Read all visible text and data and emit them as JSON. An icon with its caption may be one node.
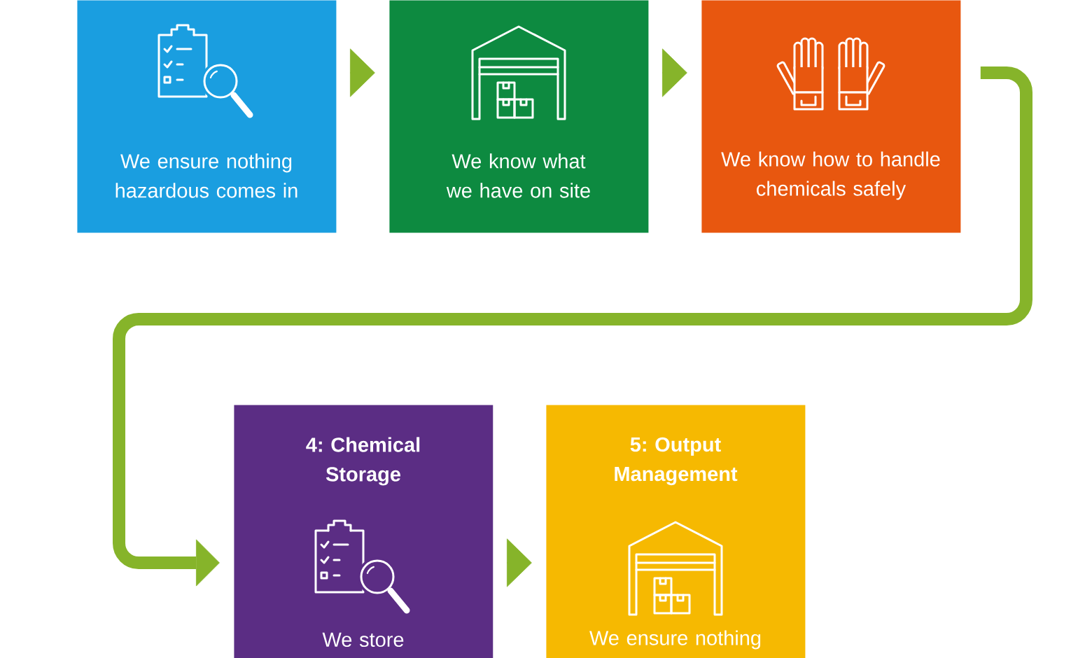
{
  "diagram": {
    "nodes": [
      {
        "text": [
          "We ensure nothing hazardous comes in"
        ]
      },
      {
        "text": [
          "We know what we have on site"
        ]
      },
      {
        "text": [
          "We know how to handle chemicals safely"
        ]
      },
      {
        "text": [
          "4: Chemical Storage",
          "We store"
        ]
      },
      {
        "text": [
          "5: Output Management",
          "We ensure nothing"
        ]
      }
    ],
    "edges": [
      {
        "from": 0,
        "to": 1,
        "arrow": "to"
      },
      {
        "from": 1,
        "to": 2,
        "arrow": "to"
      },
      {
        "from": 2,
        "to": 3,
        "arrow": "to",
        "style": "thick"
      },
      {
        "from": 3,
        "to": 4,
        "arrow": "to"
      }
    ]
  }
}
